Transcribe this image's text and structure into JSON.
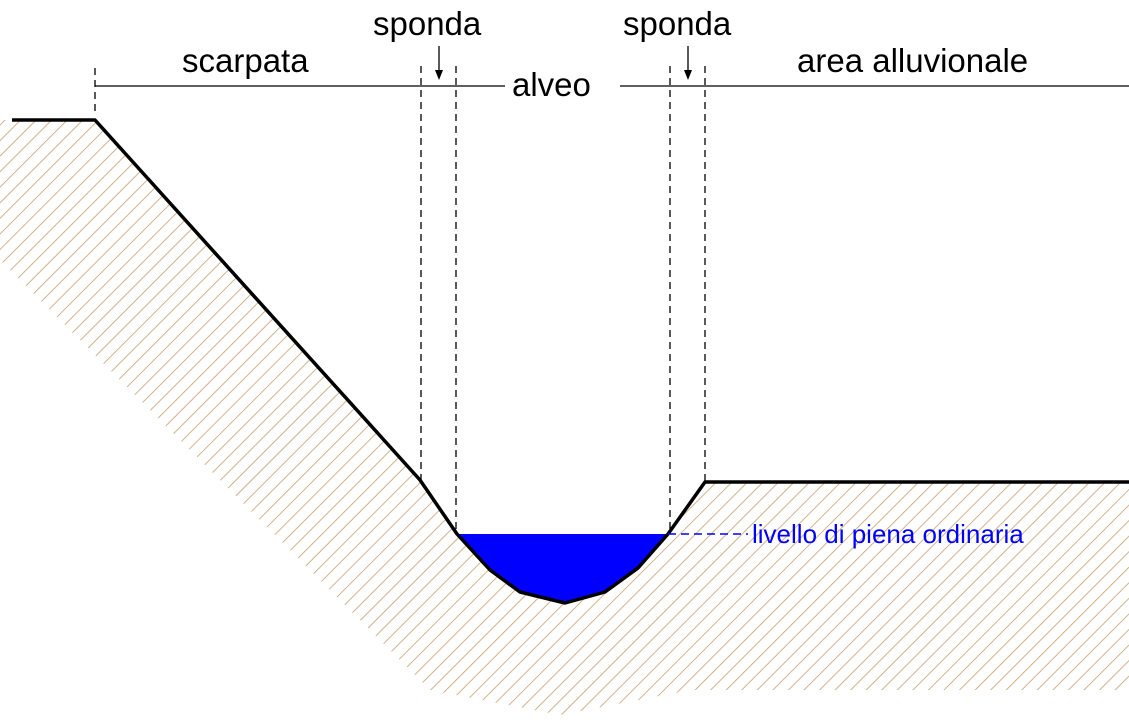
{
  "labels": {
    "scarpata": "scarpata",
    "sponda_left": "sponda",
    "sponda_right": "sponda",
    "alveo": "alveo",
    "area_alluvionale": "area alluvionale",
    "livello": "livello di piena ordinaria"
  },
  "colors": {
    "water": "#0000ff",
    "hatch": "#c8a070",
    "ground_line": "#000000",
    "label_blue": "#0000ff"
  }
}
